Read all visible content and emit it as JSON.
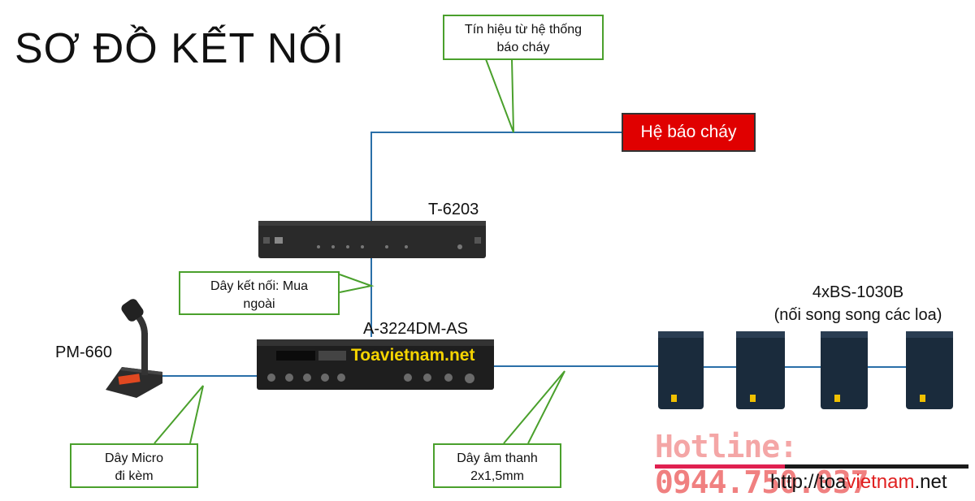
{
  "title": "SƠ ĐỒ KẾT NỐI",
  "callouts": {
    "fire_signal_line1": "Tín hiệu từ hệ thống",
    "fire_signal_line2": "báo cháy",
    "connection_line1": "Dây kết nối: Mua",
    "connection_line2": "ngoài",
    "mic_cable_line1": "Dây Micro",
    "mic_cable_line2": "đi kèm",
    "audio_cable_line1": "Dây âm thanh",
    "audio_cable_line2": "2x1,5mm"
  },
  "fire_alarm": "Hệ báo cháy",
  "devices": {
    "t6203": "T-6203",
    "amplifier": "A-3224DM-AS",
    "microphone": "PM-660",
    "speakers_line1": "4xBS-1030B",
    "speakers_line2": "(nối song song các loa)"
  },
  "brand_overlay": "Toavietnam.net",
  "hotline": {
    "label": "Hotline: ",
    "number": "0944.750.037"
  },
  "website": {
    "prefix": "http://toa",
    "middle": "vietnam",
    "suffix": ".net"
  },
  "colors": {
    "wire": "#2a6fa8",
    "callout_border": "#4aa02c",
    "alarm": "#e00000"
  }
}
